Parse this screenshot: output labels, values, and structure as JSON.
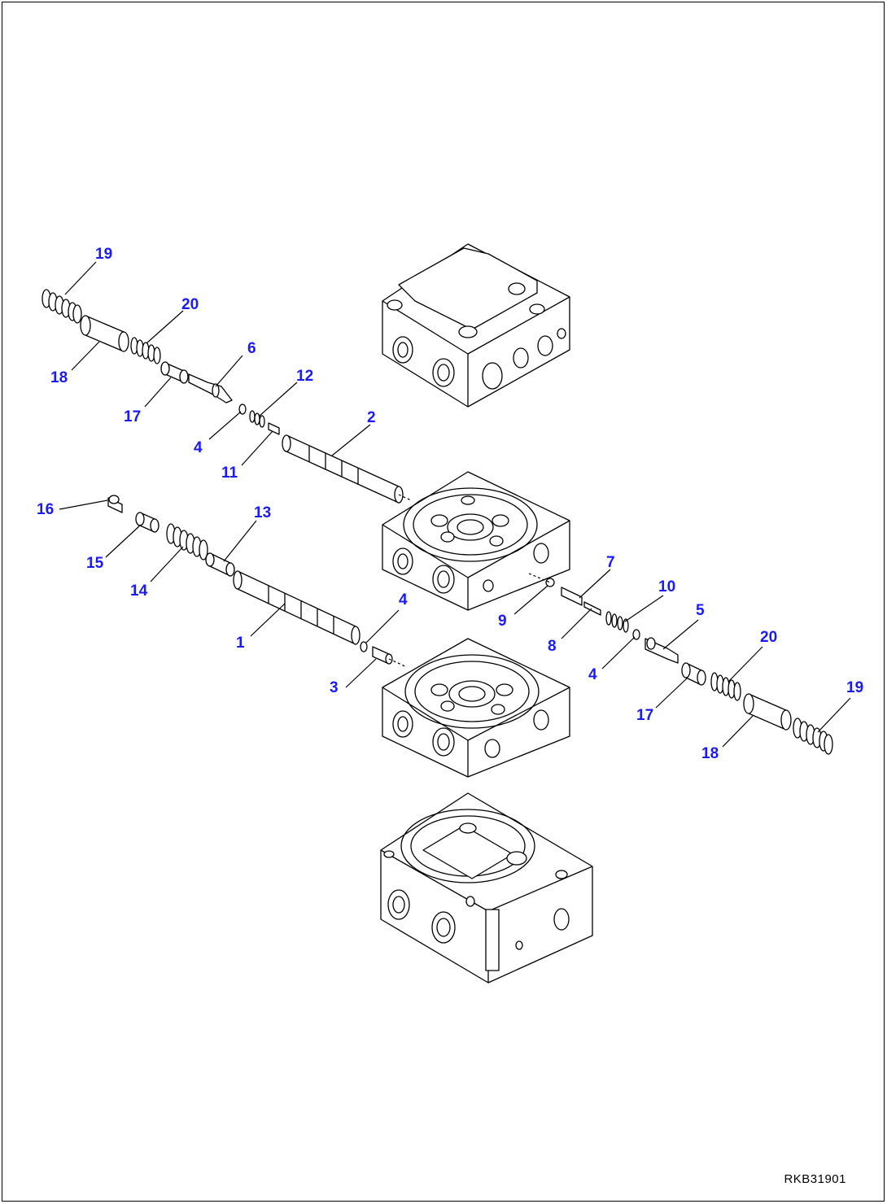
{
  "drawing_code": "RKB31901",
  "callouts": [
    "19",
    "20",
    "18",
    "17",
    "6",
    "12",
    "4",
    "11",
    "2",
    "16",
    "13",
    "15",
    "14",
    "1",
    "4",
    "3",
    "7",
    "9",
    "10",
    "8",
    "5",
    "4",
    "20",
    "17",
    "19",
    "18"
  ],
  "colors": {
    "callout": "#1a1aff",
    "line": "#000000",
    "background": "#ffffff"
  }
}
